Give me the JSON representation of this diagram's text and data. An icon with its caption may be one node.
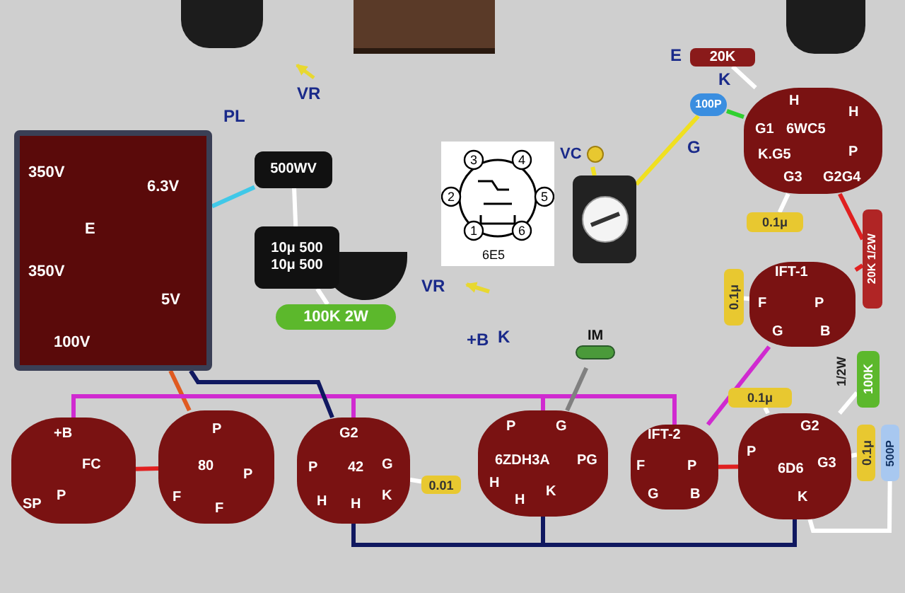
{
  "diagram": {
    "nodes": [
      {
        "text": [
          "350V",
          "E",
          "6.3V",
          "350V",
          "5V",
          "100V"
        ]
      },
      {
        "text": [
          "P",
          "80",
          "P",
          "F",
          "F"
        ]
      },
      {
        "text": [
          "+B",
          "FC",
          "P",
          "SP"
        ]
      },
      {
        "text": [
          "G2",
          "P",
          "42",
          "G",
          "K",
          "H",
          "H"
        ]
      },
      {
        "text": [
          "P",
          "G",
          "6ZDH3A",
          "PG",
          "K",
          "H",
          "H"
        ]
      },
      {
        "text": [
          "IFT-2",
          "F",
          "P",
          "G",
          "B"
        ]
      },
      {
        "text": [
          "G2",
          "P",
          "6D6",
          "G3",
          "K"
        ]
      },
      {
        "text": [
          "IFT-1",
          "F",
          "P",
          "G",
          "B"
        ]
      },
      {
        "text": [
          "H",
          "H",
          "G1",
          "6WC5",
          "K.G5",
          "P",
          "G3",
          "G2G4"
        ]
      },
      {
        "text": [
          "500WV"
        ]
      },
      {
        "text": [
          "10μ 500",
          "10μ 500"
        ]
      },
      {
        "text": [
          "100K 2W"
        ]
      },
      {
        "text": [
          "3",
          "4",
          "2",
          "5",
          "1",
          "6",
          "6E5"
        ]
      },
      {
        "text": [
          "20K"
        ]
      },
      {
        "text": [
          "100P"
        ]
      },
      {
        "text": [
          "0.1μ"
        ]
      },
      {
        "text": [
          "20K 1/2W"
        ]
      },
      {
        "text": [
          "100K"
        ],
        "beside": [
          "1/2W"
        ]
      },
      {
        "text": [
          "0.1μ"
        ]
      },
      {
        "text": [
          "0.1μ"
        ]
      },
      {
        "text": [
          "0.1μ"
        ]
      },
      {
        "text": [
          "500P"
        ]
      },
      {
        "text": [
          "IM"
        ]
      },
      {
        "text": [
          "0.01"
        ]
      },
      {
        "text": [
          "VC"
        ]
      },
      {
        "text": [],
        "shape": "picture"
      }
    ],
    "edges": [
      {
        "from": 0,
        "to": 1,
        "arrow": "none",
        "color": "#e05a20"
      },
      {
        "from": 2,
        "to": 1,
        "arrow": "none",
        "color": "#e02020"
      },
      {
        "from": 2,
        "to": 3,
        "arrow": "none",
        "color": "#d02ad0"
      },
      {
        "from": 3,
        "to": 4,
        "arrow": "none",
        "color": "#d02ad0"
      },
      {
        "from": 4,
        "to": 5,
        "arrow": "none",
        "color": "#d02ad0"
      },
      {
        "from": 5,
        "to": 7,
        "arrow": "none",
        "color": "#d02ad0"
      },
      {
        "from": 6,
        "to": 5,
        "arrow": "none",
        "color": "#e02020"
      },
      {
        "from": 8,
        "to": 16,
        "arrow": "none",
        "color": "#e02020"
      },
      {
        "from": 16,
        "to": 7,
        "arrow": "none",
        "color": "#e02020"
      },
      {
        "from": 24,
        "to": 25,
        "arrow": "none",
        "color": "#f0e020"
      },
      {
        "from": 25,
        "to": 14,
        "arrow": "none",
        "color": "#f0e020"
      },
      {
        "from": 0,
        "to": 3,
        "arrow": "none",
        "color": "#101860"
      },
      {
        "from": 3,
        "to": 4,
        "arrow": "none",
        "color": "#101860"
      },
      {
        "from": 4,
        "to": 6,
        "arrow": "none",
        "color": "#101860"
      },
      {
        "from": 0,
        "to": 9,
        "arrow": "none",
        "color": "#40c8e8"
      },
      {
        "from": 13,
        "to": 8,
        "arrow": "none",
        "color": "#ffffff"
      },
      {
        "from": 14,
        "to": 8,
        "arrow": "none",
        "color": "#30d030"
      },
      {
        "from": 15,
        "to": 8,
        "arrow": "none",
        "color": "#ffffff"
      },
      {
        "from": 19,
        "to": 7,
        "arrow": "none",
        "color": "#ffffff"
      },
      {
        "from": 18,
        "to": 6,
        "arrow": "none",
        "color": "#ffffff"
      },
      {
        "from": 17,
        "to": 6,
        "arrow": "none",
        "color": "#ffffff"
      },
      {
        "from": 20,
        "to": 6,
        "arrow": "none",
        "color": "#ffffff"
      },
      {
        "from": 21,
        "to": 6,
        "arrow": "none",
        "color": "#ffffff"
      },
      {
        "from": 22,
        "to": 4,
        "arrow": "none",
        "color": "#808080"
      },
      {
        "from": 23,
        "to": 3,
        "arrow": "none",
        "color": "#ffffff"
      },
      {
        "from": 9,
        "to": 10,
        "arrow": "none",
        "color": "#ffffff"
      },
      {
        "from": 10,
        "to": 11,
        "arrow": "none",
        "color": "#ffffff"
      }
    ],
    "labels": [
      "VR",
      "PL",
      "E",
      "K",
      "G",
      "VR",
      "+B",
      "K"
    ]
  }
}
